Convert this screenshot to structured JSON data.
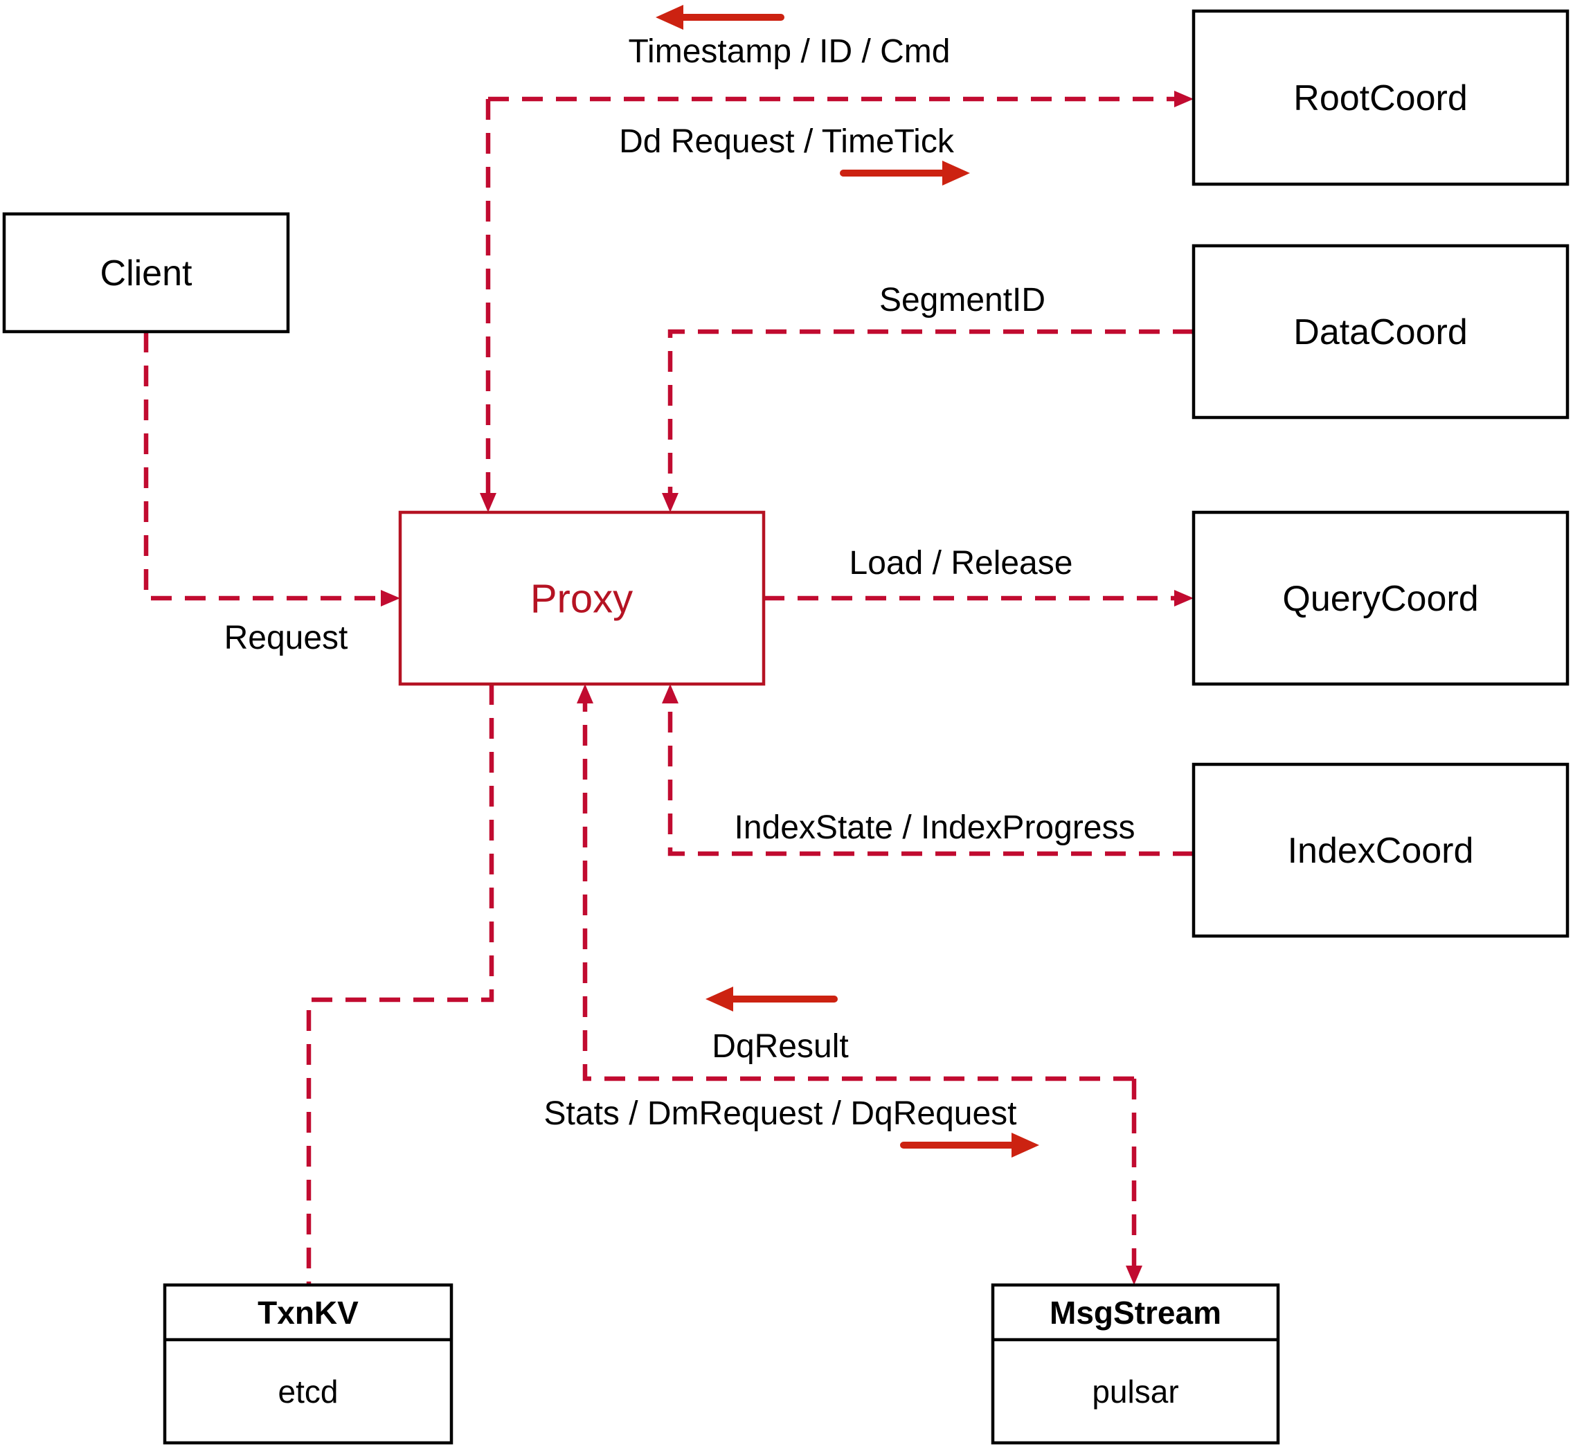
{
  "nodes": {
    "client": {
      "label": "Client"
    },
    "proxy": {
      "label": "Proxy"
    },
    "root_coord": {
      "label": "RootCoord"
    },
    "data_coord": {
      "label": "DataCoord"
    },
    "query_coord": {
      "label": "QueryCoord"
    },
    "index_coord": {
      "label": "IndexCoord"
    },
    "txn_kv": {
      "title": "TxnKV",
      "subtitle": "etcd"
    },
    "msg_stream": {
      "title": "MsgStream",
      "subtitle": "pulsar"
    }
  },
  "edges": {
    "request": {
      "label": "Request"
    },
    "timestamp_id_cmd": {
      "label": "Timestamp / ID / Cmd"
    },
    "dd_request_timetick": {
      "label": "Dd Request / TimeTick"
    },
    "segment_id": {
      "label": "SegmentID"
    },
    "load_release": {
      "label": "Load / Release"
    },
    "index_state_progress": {
      "label": "IndexState / IndexProgress"
    },
    "dq_result": {
      "label": "DqResult"
    },
    "stats_dm_dq_request": {
      "label": "Stats / DmRequest / DqRequest"
    }
  },
  "colors": {
    "connector": "#c10b30",
    "solid_arrow": "#cc2211",
    "proxy": "#b51323",
    "box_border": "#000000",
    "text": "#000000",
    "background": "#ffffff"
  }
}
